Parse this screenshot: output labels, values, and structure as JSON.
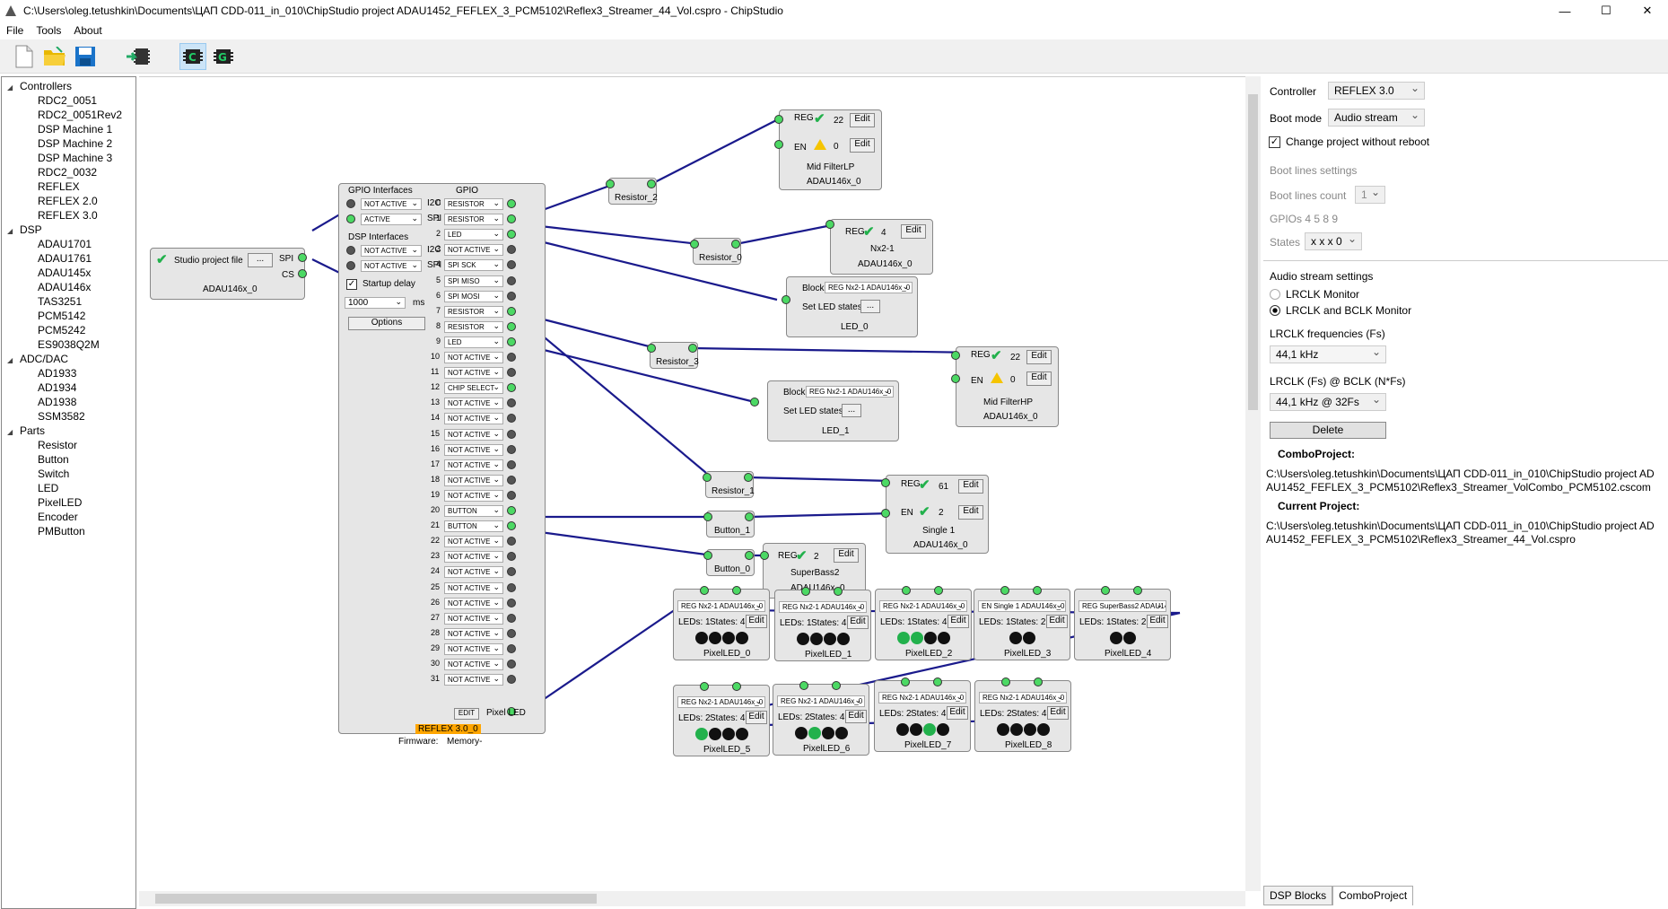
{
  "window": {
    "title": "C:\\Users\\oleg.tetushkin\\Documents\\ЦАП CDD-011_in_010\\ChipStudio project ADAU1452_FEFLEX_3_PCM5102\\Reflex3_Streamer_44_Vol.cspro - ChipStudio"
  },
  "menu": [
    "File",
    "Tools",
    "About"
  ],
  "tree": {
    "groups": [
      {
        "label": "Controllers",
        "items": [
          "RDC2_0051",
          "RDC2_0051Rev2",
          "DSP Machine 1",
          "DSP Machine 2",
          "DSP Machine 3",
          "RDC2_0032",
          "REFLEX",
          "REFLEX 2.0",
          "REFLEX 3.0"
        ]
      },
      {
        "label": "DSP",
        "items": [
          "ADAU1701",
          "ADAU1761",
          "ADAU145x",
          "ADAU146x",
          "TAS3251",
          "PCM5142",
          "PCM5242",
          "ES9038Q2M"
        ]
      },
      {
        "label": "ADC/DAC",
        "items": [
          "AD1933",
          "AD1934",
          "AD1938",
          "SSM3582"
        ]
      },
      {
        "label": "Parts",
        "items": [
          "Resistor",
          "Button",
          "Switch",
          "LED",
          "PixelLED",
          "Encoder",
          "PMButton"
        ]
      }
    ]
  },
  "canvas": {
    "studio": {
      "label": "Studio project file",
      "btn": "...",
      "spi": "SPI",
      "cs": "CS",
      "name": "ADAU146x_0"
    },
    "controller": {
      "gpio_if": "GPIO Interfaces",
      "gpio": "GPIO",
      "dsp_if": "DSP Interfaces",
      "if_sel": [
        "NOT ACTIVE",
        "ACTIVE",
        "NOT ACTIVE",
        "NOT ACTIVE"
      ],
      "i2c": "I2C",
      "spi": "SPI",
      "startup": "Startup delay",
      "delay": "1000",
      "ms": "ms",
      "options": "Options",
      "pins": [
        "RESISTOR",
        "RESISTOR",
        "LED",
        "NOT ACTIVE",
        "SPI SCK",
        "SPI MISO",
        "SPI MOSI",
        "RESISTOR",
        "RESISTOR",
        "LED",
        "NOT ACTIVE",
        "NOT ACTIVE",
        "CHIP SELECT",
        "NOT ACTIVE",
        "NOT ACTIVE",
        "NOT ACTIVE",
        "NOT ACTIVE",
        "NOT ACTIVE",
        "NOT ACTIVE",
        "NOT ACTIVE",
        "BUTTON",
        "BUTTON",
        "NOT ACTIVE",
        "NOT ACTIVE",
        "NOT ACTIVE",
        "NOT ACTIVE",
        "NOT ACTIVE",
        "NOT ACTIVE",
        "NOT ACTIVE",
        "NOT ACTIVE",
        "NOT ACTIVE",
        "NOT ACTIVE"
      ],
      "edit": "EDIT",
      "pixel": "Pixel LED",
      "name": "REFLEX 3.0_0",
      "firmware": "Firmware:",
      "memory": "Memory-"
    },
    "resistors": [
      "Resistor_2",
      "Resistor_0",
      "Resistor_3",
      "Resistor_1"
    ],
    "buttons": [
      "Button_1",
      "Button_0"
    ],
    "dsp": [
      {
        "title": "Mid FilterLP",
        "chip": "ADAU146x_0",
        "reg": "REG",
        "regv": "22",
        "en": "EN",
        "env": "0",
        "edit": "Edit"
      },
      {
        "title": "Nx2-1",
        "chip": "ADAU146x_0",
        "reg": "REG",
        "regv": "4",
        "edit": "Edit"
      },
      {
        "title": "Mid FilterHP",
        "chip": "ADAU146x_0",
        "reg": "REG",
        "regv": "22",
        "en": "EN",
        "env": "0",
        "edit": "Edit"
      },
      {
        "title": "Single 1",
        "chip": "ADAU146x_0",
        "reg": "REG",
        "regv": "61",
        "en": "EN",
        "env": "2",
        "edit": "Edit"
      },
      {
        "title": "SuperBass2",
        "chip": "ADAU146x_0",
        "reg": "REG",
        "regv": "2",
        "edit": "Edit"
      }
    ],
    "leds": [
      {
        "block": "Block",
        "sel": "REG Nx2-1 ADAU146x_0",
        "set": "Set LED states",
        "btn": "...",
        "name": "LED_0"
      },
      {
        "block": "Block",
        "sel": "REG Nx2-1 ADAU146x_0",
        "set": "Set LED states",
        "btn": "...",
        "name": "LED_1"
      }
    ],
    "pixels": [
      {
        "sel": "REG Nx2-1 ADAU146x_0",
        "leds": "LEDs: 1",
        "states": "States: 4",
        "name": "PixelLED_0"
      },
      {
        "sel": "REG Nx2-1 ADAU146x_0",
        "leds": "LEDs: 1",
        "states": "States: 4",
        "name": "PixelLED_1"
      },
      {
        "sel": "REG Nx2-1 ADAU146x_0",
        "leds": "LEDs: 1",
        "states": "States: 4",
        "name": "PixelLED_2"
      },
      {
        "sel": "EN Single 1 ADAU146x_0",
        "leds": "LEDs: 1",
        "states": "States: 2",
        "name": "PixelLED_3"
      },
      {
        "sel": "REG SuperBass2 ADAU146x",
        "leds": "LEDs: 1",
        "states": "States: 2",
        "name": "PixelLED_4"
      },
      {
        "sel": "REG Nx2-1 ADAU146x_0",
        "leds": "LEDs: 2",
        "states": "States: 4",
        "name": "PixelLED_5"
      },
      {
        "sel": "REG Nx2-1 ADAU146x_0",
        "leds": "LEDs: 2",
        "states": "States: 4",
        "name": "PixelLED_6"
      },
      {
        "sel": "REG Nx2-1 ADAU146x_0",
        "leds": "LEDs: 2",
        "states": "States: 4",
        "name": "PixelLED_7"
      },
      {
        "sel": "REG Nx2-1 ADAU146x_0",
        "leds": "LEDs: 2",
        "states": "States: 4",
        "name": "PixelLED_8"
      }
    ],
    "edit": "Edit"
  },
  "panel": {
    "controller_label": "Controller",
    "controller": "REFLEX 3.0",
    "boot_label": "Boot mode",
    "boot": "Audio stream",
    "change": "Change project without reboot",
    "boot_lines": "Boot lines settings",
    "boot_count_label": "Boot lines count",
    "boot_count": "1",
    "gpios": "GPIOs  4 5 8 9",
    "states_label": "States",
    "states": "x x x 0",
    "audio": "Audio stream settings",
    "lrclk_mon": "LRCLK Monitor",
    "lrbclk_mon": "LRCLK and BCLK Monitor",
    "freq_label": "LRCLK frequencies (Fs)",
    "freq": "44,1 kHz",
    "bclk_label": "LRCLK (Fs) @ BCLK (N*Fs)",
    "bclk": "44,1 kHz @ 32Fs",
    "delete": "Delete",
    "combo_label": "ComboProject:",
    "combo_path": "C:\\Users\\oleg.tetushkin\\Documents\\ЦАП CDD-011_in_010\\ChipStudio project ADAU1452_FEFLEX_3_PCM5102\\Reflex3_Streamer_VolCombo_PCM5102.cscom",
    "current_label": "Current Project:",
    "current_path": "C:\\Users\\oleg.tetushkin\\Documents\\ЦАП CDD-011_in_010\\ChipStudio project ADAU1452_FEFLEX_3_PCM5102\\Reflex3_Streamer_44_Vol.cspro",
    "tabs": [
      "DSP Blocks",
      "ComboProject"
    ]
  }
}
